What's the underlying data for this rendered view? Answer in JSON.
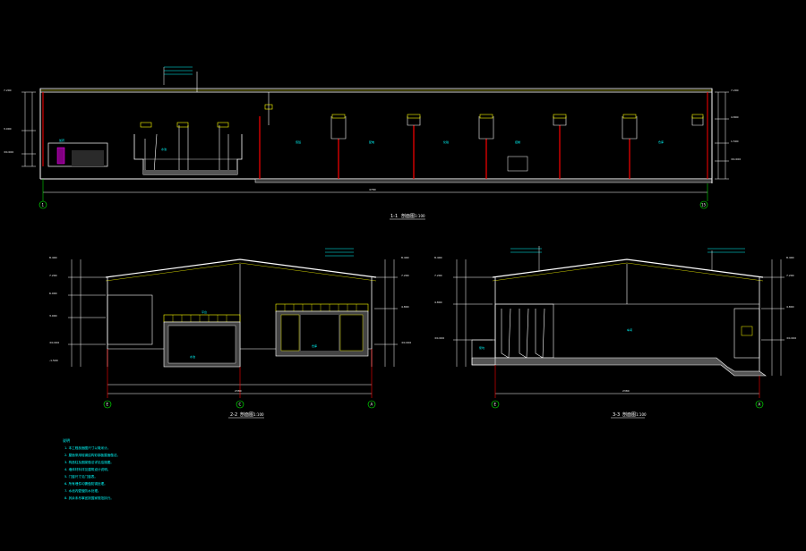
{
  "section_1": {
    "title": "1-1",
    "title_suffix": "剖面图",
    "scale": "1:100",
    "total_dim": "4780",
    "axis_left": "1",
    "axis_right": "15",
    "rooms": [
      "水池",
      "加药",
      "值班",
      "配电",
      "化验",
      "控制",
      "仓库"
    ]
  },
  "section_2": {
    "title": "2-2",
    "title_suffix": "剖面图",
    "scale": "1:100",
    "total_dim": "2380",
    "axis_left": "E",
    "axis_mid": "C",
    "axis_right": "A",
    "rooms": [
      "平台",
      "水池",
      "仓库"
    ]
  },
  "section_3": {
    "title": "3-3",
    "title_suffix": "剖面图",
    "scale": "1:100",
    "total_dim": "2380",
    "axis_left": "E",
    "axis_right": "A",
    "rooms": [
      "车间",
      "泵坑"
    ]
  },
  "elevations": [
    "8.400",
    "7.200",
    "6.000",
    "4.800",
    "3.000",
    "1.500",
    "±0.000",
    "-1.500"
  ],
  "notes": {
    "heading": "说明",
    "lines": [
      "1. 本工程剖面图尺寸以毫米计。",
      "2. 屋面采用轻钢结构彩钢板屋面做法。",
      "3. 构造柱及圈梁做法详见结施图。",
      "4. 墙体材料详见建筑设计说明。",
      "5. 门窗尺寸见门窗表。",
      "6. 所有埋件均需做防锈处理。",
      "7. 水池内壁做防水处理。",
      "8. 其余未尽事宜按国家规范执行。"
    ]
  },
  "colors": {
    "background": "#000000",
    "line": "#ffffff",
    "wall": "#ff0000",
    "annotation": "#00ffff",
    "roof_fill": "#ffff00",
    "window": "#ff00ff",
    "hatch": "#808080"
  }
}
